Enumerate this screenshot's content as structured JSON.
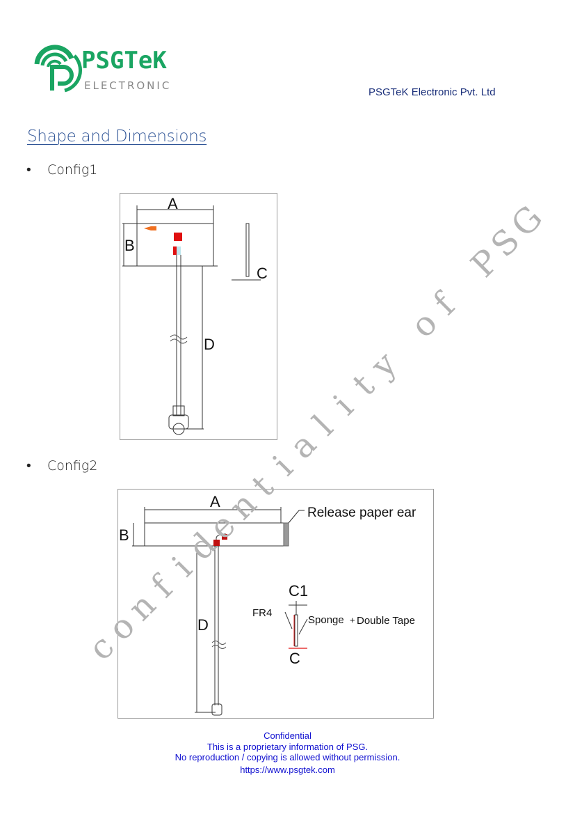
{
  "header": {
    "logo_text": "PSGTeK",
    "logo_subtext": "ELECTRONIC",
    "company": "PSGTeK Electronic Pvt. Ltd"
  },
  "section_title": "Shape and Dimensions",
  "configs": [
    {
      "label": "Config1",
      "dims": {
        "a": "A",
        "b": "B",
        "c": "C",
        "d": "D"
      }
    },
    {
      "label": "Config2",
      "dims": {
        "a": "A",
        "b": "B",
        "c": "C",
        "c1": "C1",
        "d": "D"
      },
      "callouts": {
        "ear": "Release paper ear",
        "fr4": "FR4",
        "sponge": "Sponge",
        "plus": "+",
        "tape": "Double Tape"
      }
    }
  ],
  "watermark": "confidentiality of PSG",
  "footer": {
    "line1": "Confidential",
    "line2": "This is a proprietary information of PSG.",
    "line3": "No reproduction / copying is allowed without permission.",
    "url": "https://www.psgtek.com"
  },
  "colors": {
    "brand_green": "#1aa562",
    "title_blue": "#2f5496",
    "footer_blue": "#1010d0",
    "marker_red": "#e01010"
  }
}
